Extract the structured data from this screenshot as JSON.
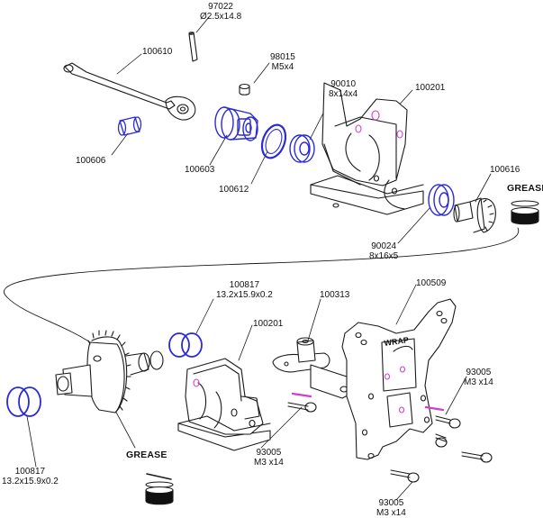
{
  "labels": {
    "pin_97022": {
      "part": "97022",
      "spec": "Ø2.5x14.8"
    },
    "pin_98015": {
      "part": "98015",
      "spec": "M5x4"
    },
    "driveshaft": {
      "part": "100610"
    },
    "bushing": {
      "part": "100606"
    },
    "outdrive": {
      "part": "100603"
    },
    "oring": {
      "part": "100612"
    },
    "bearing_small": {
      "part": "90010",
      "spec": "8x14x4"
    },
    "gearbox_upper": {
      "part": "100201"
    },
    "pinion": {
      "part": "100616"
    },
    "grease_top": {
      "text": "GREASE"
    },
    "bearing_large": {
      "part": "90024",
      "spec": "8x16x5"
    },
    "shim_mid": {
      "part": "100817",
      "spec": "13.2x15.9x0.2"
    },
    "gearbox_lower": {
      "part": "100201"
    },
    "servo_saver": {
      "part": "100313"
    },
    "shock_tower": {
      "part": "100509"
    },
    "screw_right": {
      "part": "93005",
      "spec": "M3 x14"
    },
    "screw_mid": {
      "part": "93005",
      "spec": "M3 x14"
    },
    "screw_bottom": {
      "part": "93005",
      "spec": "M3 x14"
    },
    "shim_left": {
      "part": "100817",
      "spec": "13.2x15.9x0.2"
    },
    "grease_bottom": {
      "text": "GREASE"
    },
    "tower_logo": {
      "text": "WRAP"
    }
  },
  "colors": {
    "highlight": "#2a2ad6",
    "line": "#1a1a1a",
    "accent": "#d040d0"
  }
}
